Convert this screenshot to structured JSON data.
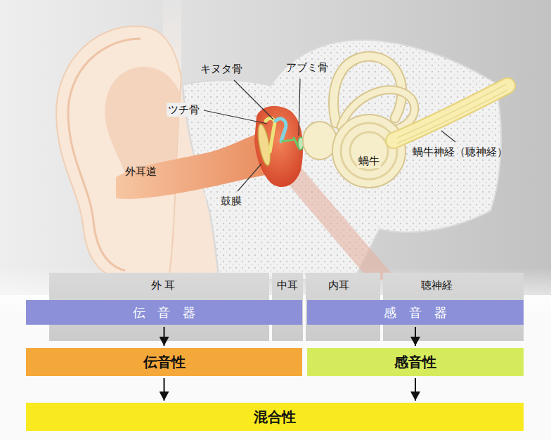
{
  "diagram": {
    "nodes": [
      {
        "text": [
          "伝 音 器"
        ]
      },
      {
        "text": [
          "感 音 器"
        ]
      },
      {
        "text": [
          "伝音性"
        ]
      },
      {
        "text": [
          "感音性"
        ]
      },
      {
        "text": [
          "混合性"
        ]
      }
    ],
    "edges": [
      {
        "from": 0,
        "to": 2,
        "arrow": "to"
      },
      {
        "from": 1,
        "to": 3,
        "arrow": "to"
      },
      {
        "from": 2,
        "to": 4,
        "arrow": "to"
      },
      {
        "from": 3,
        "to": 4,
        "arrow": "to"
      }
    ],
    "labels": [
      "キヌタ骨",
      "アブミ骨",
      "ツチ骨",
      "蝸牛神経（聴神経）",
      "蝸牛",
      "外耳道",
      "鼓膜",
      "外 耳",
      "中耳",
      "内耳",
      "聴神経"
    ]
  }
}
